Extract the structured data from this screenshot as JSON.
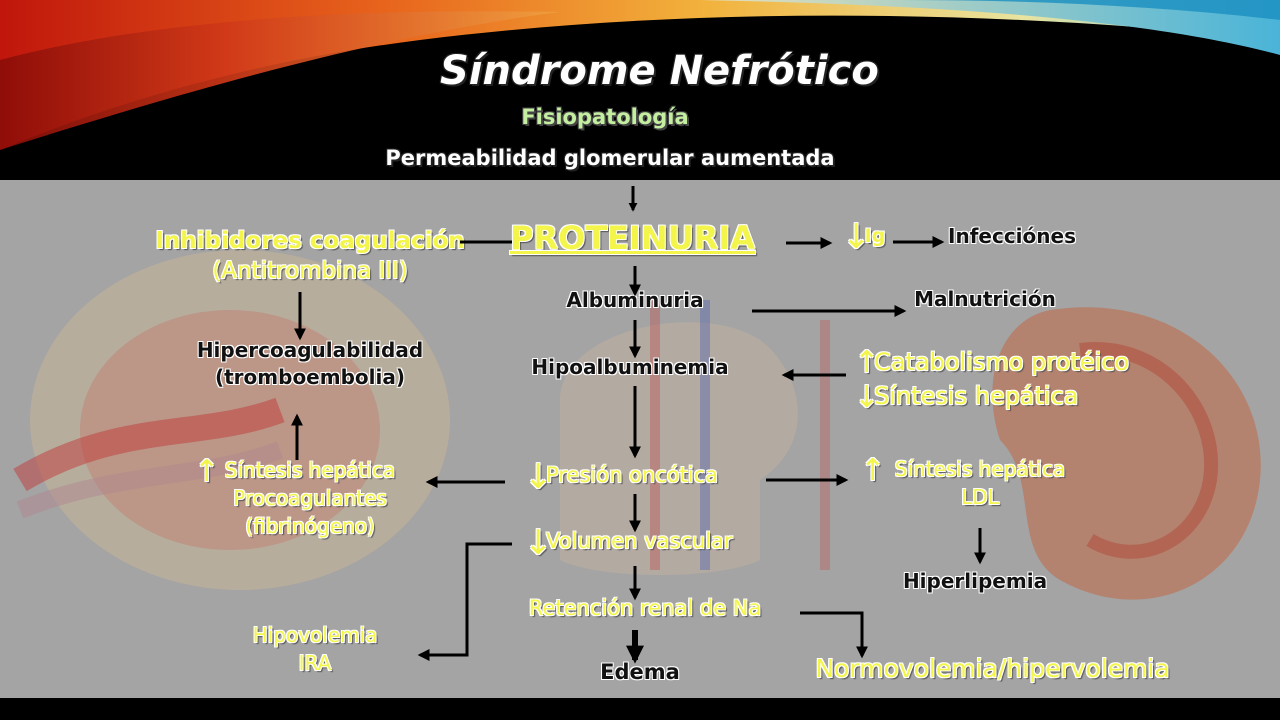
{
  "title": "Síndrome  Nefrótico",
  "subtitle": "Fisiopatología",
  "cause": "Permeabilidad glomerular aumentada",
  "nodes": {
    "proteinuria": "PROTEINURIA",
    "inhibidores": "Inhibidores coagulación",
    "antitrombina": "(Antitrombina III)",
    "hipercoag_1": "Hipercoagulabilidad",
    "hipercoag_2": "(tromboembolia)",
    "ig_arrow": "↓",
    "ig": "Ig",
    "infecciones": "Infecciónes",
    "albuminuria": "Albuminuria",
    "malnutricion": "Malnutrición",
    "hipoalbuminemia": "Hipoalbuminemia",
    "catabolismo_arrow": "↑",
    "catabolismo": "Catabolismo protéico",
    "sintesis_hep_arrow": "↓",
    "sintesis_hep": "Síntesis hepática",
    "sint_proc_arrow": "↑",
    "sint_proc_1": "Síntesis hepática",
    "sint_proc_2": "Procoagulantes",
    "sint_proc_3": "(fibrinógeno)",
    "presion_arrow": "↓",
    "presion": "Presión oncótica",
    "sint_ldl_arrow": "↑",
    "sint_ldl_1": "Síntesis hepática",
    "sint_ldl_2": "LDL",
    "volumen_arrow": "↓",
    "volumen": "Volumen vascular",
    "hiperlipemia": "Hiperlipemia",
    "retencion": "Retención renal de Na",
    "hipovolemia_1": "Hipovolemia",
    "hipovolemia_2": "IRA",
    "edema": "Edema",
    "normovolemia": "Normovolemia/hipervolemia"
  },
  "colors": {
    "header_bg": "#000000",
    "content_bg": "#a4a4a4",
    "highlight_yellow": "#f3f54a",
    "subtitle_green": "#c4eea0",
    "arrow": "#000000"
  }
}
